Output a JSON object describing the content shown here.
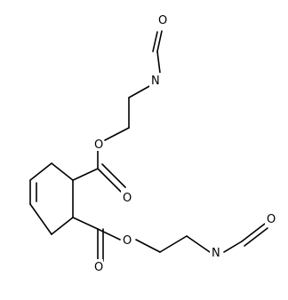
{
  "molecule": {
    "atoms": {
      "o_carbonyl_1": "O",
      "n_1": "N",
      "o_isocyanate_1": "O",
      "o_ester_1": "O",
      "o_carbonyl_2": "O",
      "o_ester_2": "O",
      "n_2": "N",
      "o_isocyanate_2": "O"
    }
  }
}
